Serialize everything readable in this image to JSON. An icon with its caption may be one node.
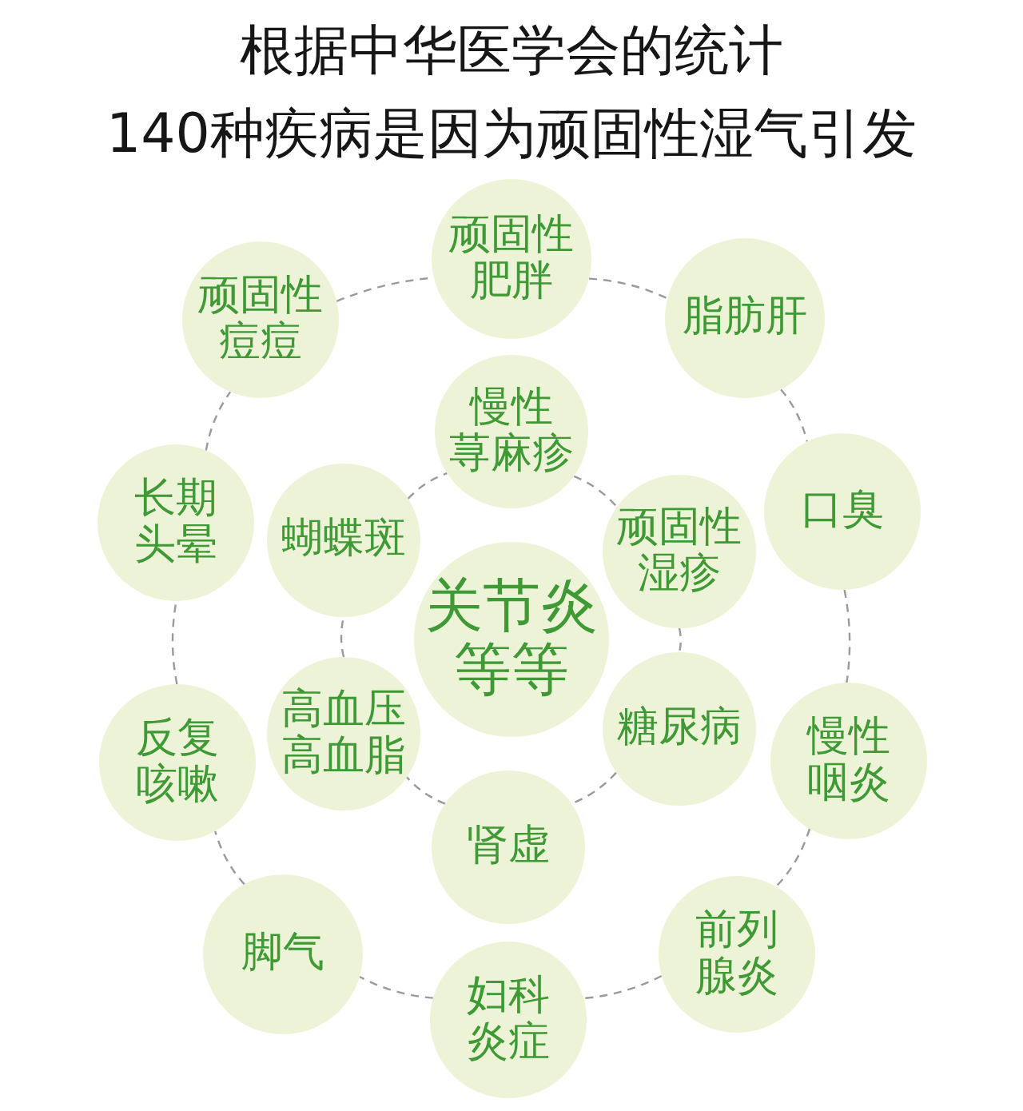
{
  "diagram": {
    "title": "根据中华医学会的统计140种疾病是因为顽固性湿气引发",
    "nodes": [
      {
        "text": [
          "顽固性肥胖"
        ]
      },
      {
        "text": [
          "脂肪肝"
        ]
      },
      {
        "text": [
          "口臭"
        ]
      },
      {
        "text": [
          "慢性咽炎"
        ]
      },
      {
        "text": [
          "前列腺炎"
        ]
      },
      {
        "text": [
          "妇科炎症"
        ]
      },
      {
        "text": [
          "脚气"
        ]
      },
      {
        "text": [
          "反复咳嗽"
        ]
      },
      {
        "text": [
          "长期头晕"
        ]
      },
      {
        "text": [
          "顽固性痘痘"
        ]
      },
      {
        "text": [
          "慢性荨麻疹"
        ]
      },
      {
        "text": [
          "顽固性湿疹"
        ]
      },
      {
        "text": [
          "糖尿病"
        ]
      },
      {
        "text": [
          "肾虚"
        ]
      },
      {
        "text": [
          "高血压高血脂"
        ]
      },
      {
        "text": [
          "蝴蝶斑"
        ]
      },
      {
        "text": [
          "关节炎等等"
        ]
      }
    ],
    "edges": [
      {
        "from": 0,
        "to": 1,
        "arrow": "none",
        "style": "dashed"
      },
      {
        "from": 1,
        "to": 2,
        "arrow": "none",
        "style": "dashed"
      },
      {
        "from": 2,
        "to": 3,
        "arrow": "none",
        "style": "dashed"
      },
      {
        "from": 3,
        "to": 4,
        "arrow": "none",
        "style": "dashed"
      },
      {
        "from": 4,
        "to": 5,
        "arrow": "none",
        "style": "dashed"
      },
      {
        "from": 5,
        "to": 6,
        "arrow": "none",
        "style": "dashed"
      },
      {
        "from": 6,
        "to": 7,
        "arrow": "none",
        "style": "dashed"
      },
      {
        "from": 7,
        "to": 8,
        "arrow": "none",
        "style": "dashed"
      },
      {
        "from": 8,
        "to": 9,
        "arrow": "none",
        "style": "dashed"
      },
      {
        "from": 9,
        "to": 0,
        "arrow": "none",
        "style": "dashed"
      },
      {
        "from": 10,
        "to": 11,
        "arrow": "none",
        "style": "dashed"
      },
      {
        "from": 11,
        "to": 12,
        "arrow": "none",
        "style": "dashed"
      },
      {
        "from": 12,
        "to": 13,
        "arrow": "none",
        "style": "dashed"
      },
      {
        "from": 13,
        "to": 14,
        "arrow": "none",
        "style": "dashed"
      },
      {
        "from": 14,
        "to": 15,
        "arrow": "none",
        "style": "dashed"
      },
      {
        "from": 15,
        "to": 10,
        "arrow": "none",
        "style": "dashed"
      }
    ]
  }
}
